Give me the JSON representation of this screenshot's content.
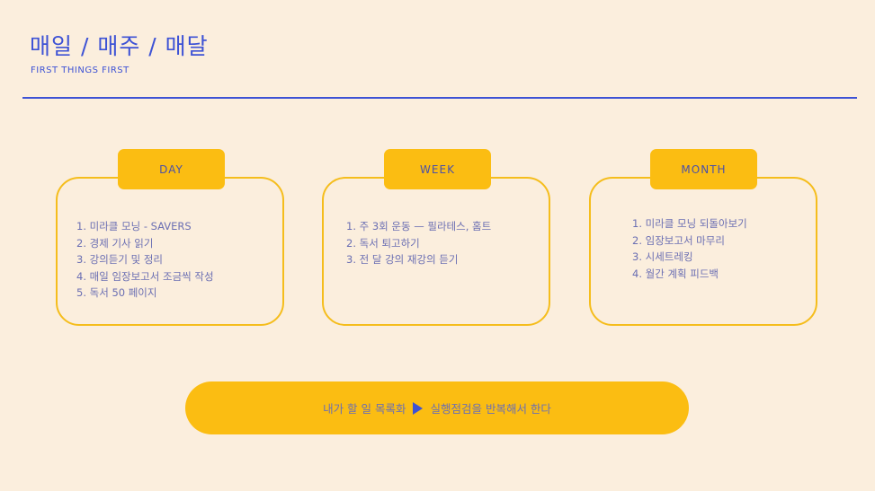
{
  "header": {
    "title": "매일 / 매주 / 매달",
    "subtitle": "FIRST THINGS FIRST"
  },
  "columns": [
    {
      "label": "DAY",
      "items": [
        "1. 미라클 모닝 - SAVERS",
        "2. 경제 기사 읽기",
        "3. 강의듣기 및 정리",
        "4. 매일 임장보고서 조금씩 작성",
        "5. 독서 50 페이지"
      ]
    },
    {
      "label": "WEEK",
      "items": [
        "1. 주 3회 운동 — 필라테스, 홈트",
        "2. 독서 퇴고하기",
        "3. 전 달 강의 재강의 듣기"
      ]
    },
    {
      "label": "MONTH",
      "items": [
        "1. 미라클 모닝 되돌아보기",
        "2. 임장보고서 마무리",
        "3. 시세트레킹",
        "4. 월간 계획 피드백"
      ]
    }
  ],
  "banner": {
    "left": "내가 할 일 목록화",
    "right": "실행점검을 반복해서 한다",
    "arrow_icon": "play-triangle-icon"
  }
}
